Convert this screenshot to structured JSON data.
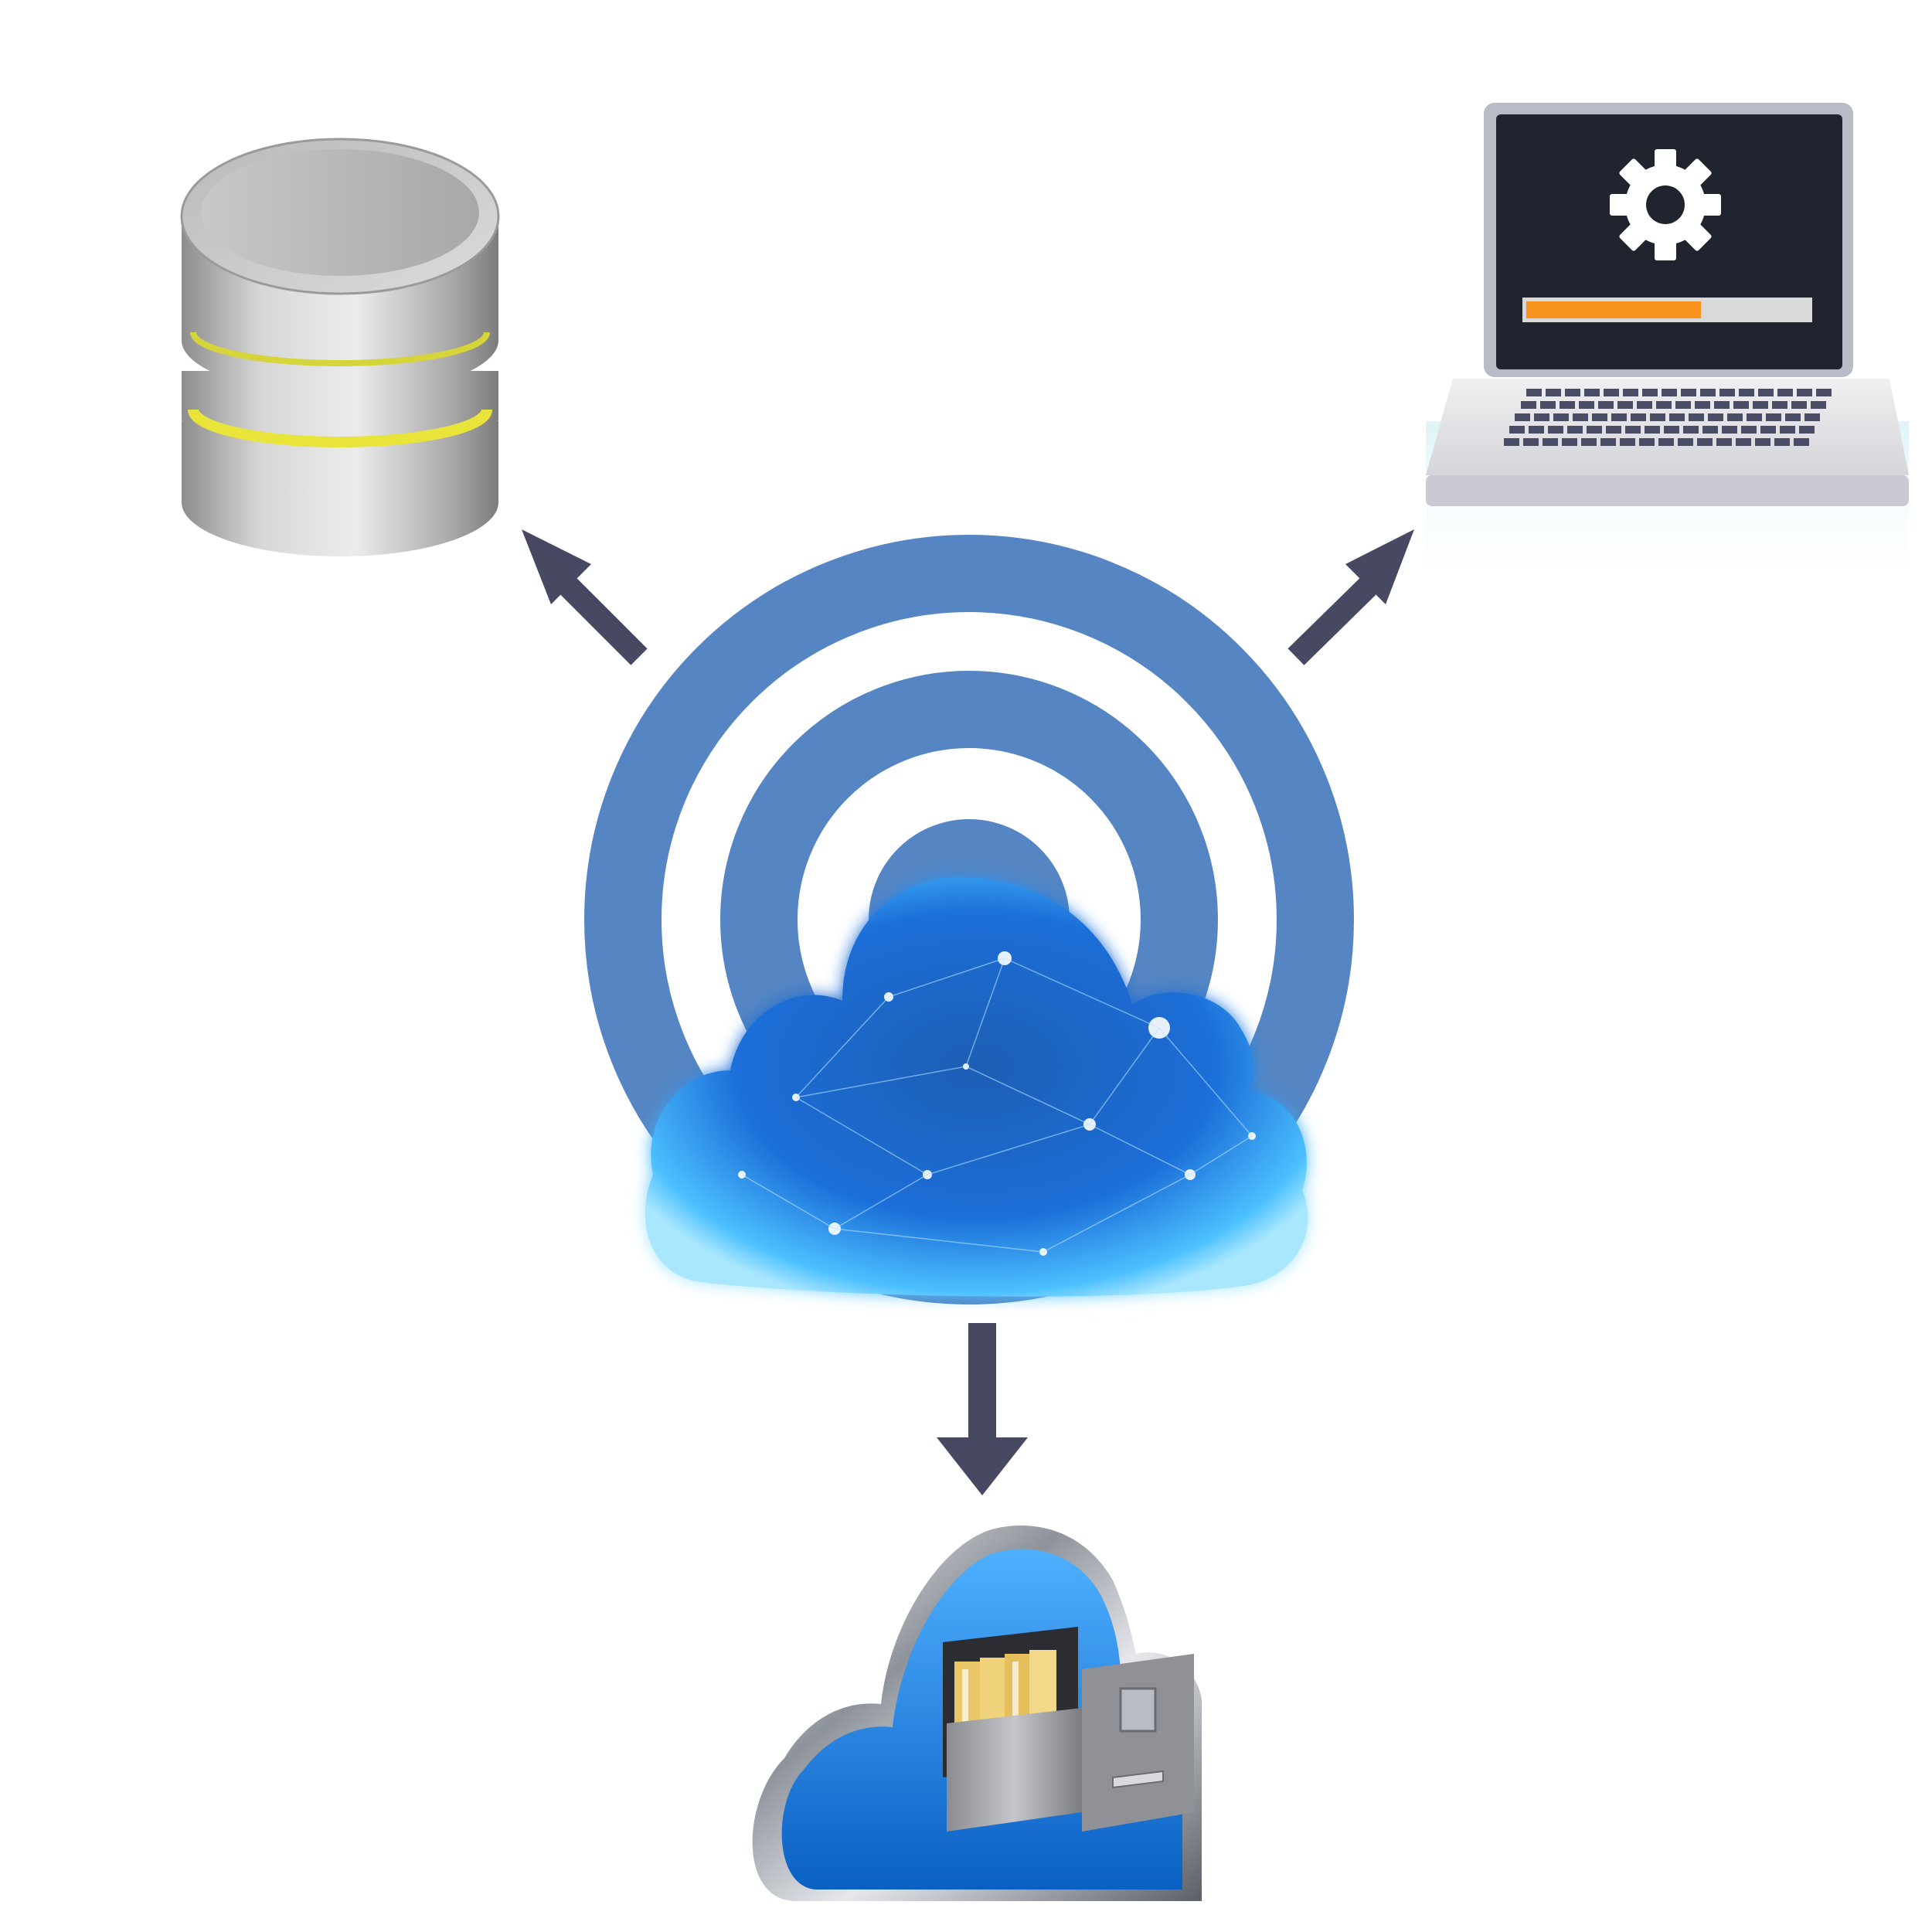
{
  "diagram": {
    "nodes": [
      {
        "id": "cloud-hub",
        "icon": "cloud-network-icon",
        "role": "source"
      },
      {
        "id": "database",
        "icon": "database-icon"
      },
      {
        "id": "laptop",
        "icon": "laptop-settings-icon"
      },
      {
        "id": "cloud-storage",
        "icon": "cloud-file-cabinet-icon"
      }
    ],
    "edges": [
      {
        "from": "cloud-hub",
        "to": "database",
        "direction": "up-left"
      },
      {
        "from": "cloud-hub",
        "to": "laptop",
        "direction": "up-right"
      },
      {
        "from": "cloud-hub",
        "to": "cloud-storage",
        "direction": "down"
      }
    ],
    "laptop_progress": 0.62,
    "colors": {
      "rings": "#5585c3",
      "arrows": "#474862",
      "cloud_glow": "#2f9bff",
      "laptop_screen": "#1f242e",
      "progress_fill": "#f7941d",
      "progress_track": "#d9d9d9",
      "storage_cloud": "#2f8fe8"
    }
  }
}
